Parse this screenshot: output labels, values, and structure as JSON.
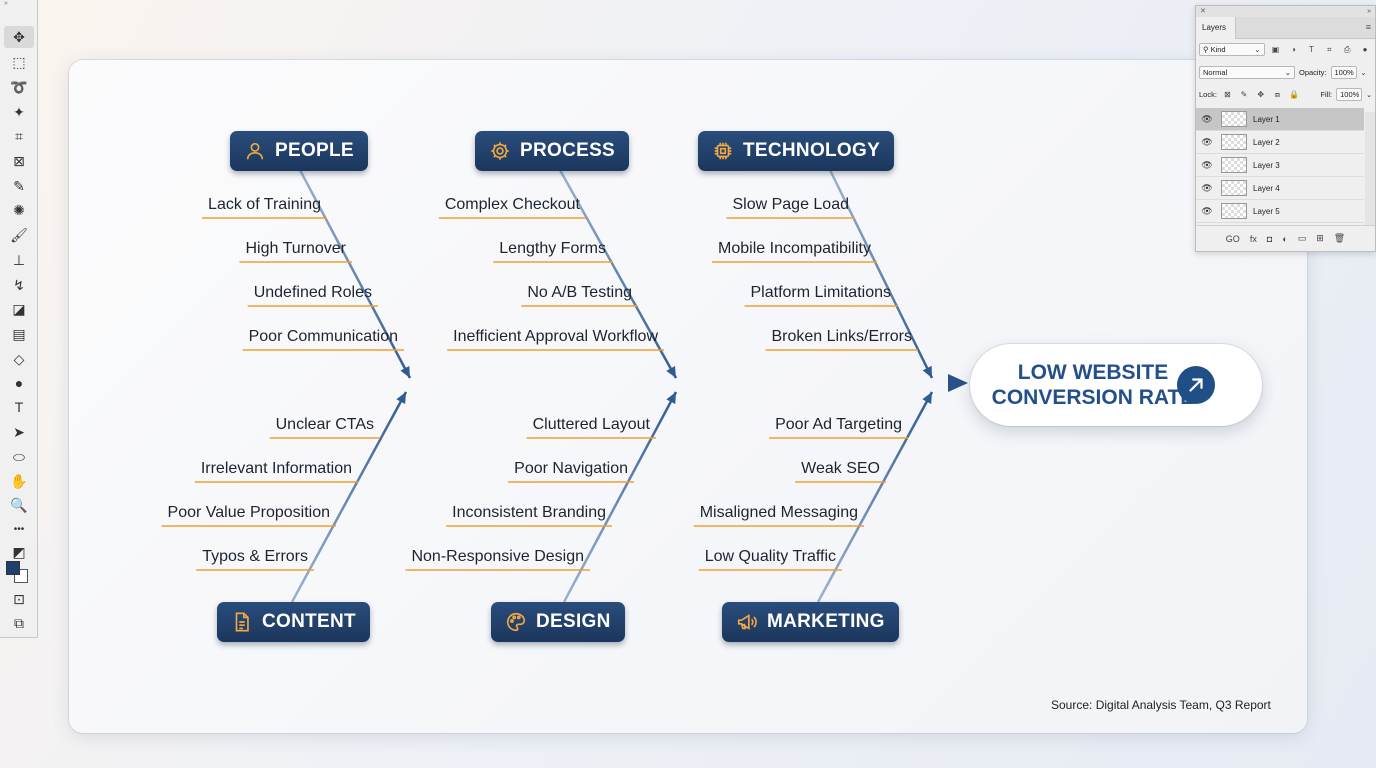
{
  "toolbar": {
    "grip": "»",
    "tools": [
      {
        "name": "move-tool-icon",
        "glyph": "✥",
        "active": true
      },
      {
        "name": "marquee-tool-icon",
        "glyph": "⬚"
      },
      {
        "name": "lasso-tool-icon",
        "glyph": "➰"
      },
      {
        "name": "magic-wand-tool-icon",
        "glyph": "✦"
      },
      {
        "name": "crop-tool-icon",
        "glyph": "⌗"
      },
      {
        "name": "frame-tool-icon",
        "glyph": "⊠"
      },
      {
        "name": "eyedropper-tool-icon",
        "glyph": "✎"
      },
      {
        "name": "spot-healing-tool-icon",
        "glyph": "✺"
      },
      {
        "name": "brush-tool-icon",
        "glyph": "🖌"
      },
      {
        "name": "stamp-tool-icon",
        "glyph": "⊥"
      },
      {
        "name": "history-brush-tool-icon",
        "glyph": "↯"
      },
      {
        "name": "eraser-tool-icon",
        "glyph": "◪"
      },
      {
        "name": "gradient-tool-icon",
        "glyph": "▤"
      },
      {
        "name": "blur-tool-icon",
        "glyph": "◇"
      },
      {
        "name": "dodge-tool-icon",
        "glyph": "●"
      },
      {
        "name": "type-tool-icon",
        "glyph": "T"
      },
      {
        "name": "path-selection-tool-icon",
        "glyph": "➤"
      },
      {
        "name": "ellipse-tool-icon",
        "glyph": "⬭"
      },
      {
        "name": "hand-tool-icon",
        "glyph": "✋"
      },
      {
        "name": "zoom-tool-icon",
        "glyph": "🔍"
      },
      {
        "name": "more-tools-icon",
        "glyph": "•••"
      },
      {
        "name": "default-colors-icon",
        "glyph": "◩"
      }
    ],
    "colors": {
      "foreground": "#1f3f6e",
      "background": "#ffffff"
    },
    "bottom_tools": [
      {
        "name": "quick-mask-icon",
        "glyph": "⊡"
      },
      {
        "name": "screen-mode-icon",
        "glyph": "⧉"
      }
    ]
  },
  "categories": {
    "people": "PEOPLE",
    "process": "PROCESS",
    "technology": "TECHNOLOGY",
    "content": "CONTENT",
    "design": "DESIGN",
    "marketing": "MARKETING"
  },
  "causes": {
    "people": [
      "Lack of Training",
      "High Turnover",
      "Undefined Roles",
      "Poor Communication"
    ],
    "process": [
      "Complex Checkout",
      "Lengthy Forms",
      "No A/B Testing",
      "Inefficient Approval Workflow"
    ],
    "technology": [
      "Slow Page Load",
      "Mobile Incompatibility",
      "Platform Limitations",
      "Broken Links/Errors"
    ],
    "content": [
      "Unclear CTAs",
      "Irrelevant Information",
      "Poor Value Proposition",
      "Typos & Errors"
    ],
    "design": [
      "Cluttered Layout",
      "Poor Navigation",
      "Inconsistent Branding",
      "Non-Responsive Design"
    ],
    "marketing": [
      "Poor Ad Targeting",
      "Weak SEO",
      "Misaligned Messaging",
      "Low Quality Traffic"
    ]
  },
  "effect": {
    "line1": "LOW WEBSITE",
    "line2": "CONVERSION RATE"
  },
  "source": "Source: Digital Analysis Team, Q3 Report",
  "colors": {
    "bone": "#3a5f8f",
    "underline": "#f0a030",
    "category_bg": "#1f3f6a",
    "effect_text": "#24508a"
  },
  "layers_panel": {
    "title": "Layers",
    "kind_label": "Kind",
    "blend_mode": "Normal",
    "opacity_label": "Opacity:",
    "opacity_value": "100%",
    "lock_label": "Lock:",
    "fill_label": "Fill:",
    "fill_value": "100%",
    "layers": [
      "Layer 1",
      "Layer 2",
      "Layer 3",
      "Layer 4",
      "Layer 5"
    ],
    "selected_layer": "Layer 1",
    "footer_icons": [
      "link-layers-icon",
      "fx-icon",
      "add-mask-icon",
      "adjustment-layer-icon",
      "new-group-icon",
      "new-layer-icon",
      "delete-layer-icon"
    ],
    "footer_labels": [
      "GO",
      "fx",
      "◘",
      "◐",
      "▭",
      "⊞",
      "🗑"
    ]
  }
}
